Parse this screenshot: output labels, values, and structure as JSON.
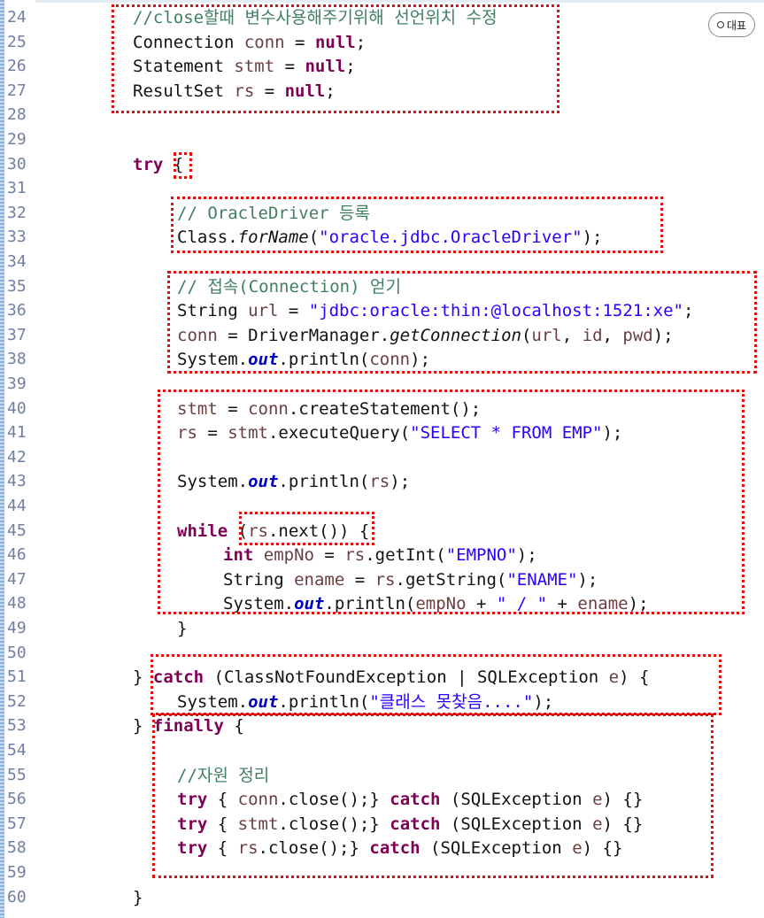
{
  "badge": {
    "label": "대표"
  },
  "lines": [
    {
      "no": "24",
      "indent": 150,
      "segs": [
        {
          "c": "cm",
          "t": "//close할때 변수사용해주기위해 선언위치 수정"
        }
      ]
    },
    {
      "no": "25",
      "indent": 150,
      "segs": [
        {
          "c": "",
          "t": "Connection "
        },
        {
          "c": "vr",
          "t": "conn"
        },
        {
          "c": "",
          "t": " = "
        },
        {
          "c": "kw",
          "t": "null"
        },
        {
          "c": "",
          "t": ";"
        }
      ]
    },
    {
      "no": "26",
      "indent": 150,
      "segs": [
        {
          "c": "",
          "t": "Statement "
        },
        {
          "c": "vr",
          "t": "stmt"
        },
        {
          "c": "",
          "t": " = "
        },
        {
          "c": "kw",
          "t": "null"
        },
        {
          "c": "",
          "t": ";"
        }
      ]
    },
    {
      "no": "27",
      "indent": 150,
      "segs": [
        {
          "c": "",
          "t": "ResultSet "
        },
        {
          "c": "vr",
          "t": "rs"
        },
        {
          "c": "",
          "t": " = "
        },
        {
          "c": "kw",
          "t": "null"
        },
        {
          "c": "",
          "t": ";"
        }
      ]
    },
    {
      "no": "28",
      "indent": 150,
      "segs": []
    },
    {
      "no": "29",
      "indent": 150,
      "segs": []
    },
    {
      "no": "30",
      "indent": 150,
      "segs": [
        {
          "c": "kw",
          "t": "try"
        },
        {
          "c": "",
          "t": " {"
        }
      ]
    },
    {
      "no": "31",
      "indent": 150,
      "segs": []
    },
    {
      "no": "32",
      "indent": 200,
      "segs": [
        {
          "c": "cm",
          "t": "// OracleDriver 등록"
        }
      ]
    },
    {
      "no": "33",
      "indent": 200,
      "segs": [
        {
          "c": "",
          "t": "Class."
        },
        {
          "c": "it",
          "t": "forName"
        },
        {
          "c": "",
          "t": "("
        },
        {
          "c": "st",
          "t": "\"oracle.jdbc.OracleDriver\""
        },
        {
          "c": "",
          "t": ");"
        }
      ]
    },
    {
      "no": "34",
      "indent": 200,
      "segs": []
    },
    {
      "no": "35",
      "indent": 200,
      "segs": [
        {
          "c": "cm",
          "t": "// 접속(Connection) 얻기"
        }
      ]
    },
    {
      "no": "36",
      "indent": 200,
      "segs": [
        {
          "c": "",
          "t": "String "
        },
        {
          "c": "vr",
          "t": "url"
        },
        {
          "c": "",
          "t": " = "
        },
        {
          "c": "st",
          "t": "\"jdbc:oracle:thin:@localhost:1521:xe\""
        },
        {
          "c": "",
          "t": ";"
        }
      ]
    },
    {
      "no": "37",
      "indent": 200,
      "segs": [
        {
          "c": "vr",
          "t": "conn"
        },
        {
          "c": "",
          "t": " = DriverManager."
        },
        {
          "c": "it",
          "t": "getConnection"
        },
        {
          "c": "",
          "t": "("
        },
        {
          "c": "vr",
          "t": "url"
        },
        {
          "c": "",
          "t": ", "
        },
        {
          "c": "vr",
          "t": "id"
        },
        {
          "c": "",
          "t": ", "
        },
        {
          "c": "vr",
          "t": "pwd"
        },
        {
          "c": "",
          "t": ");"
        }
      ]
    },
    {
      "no": "38",
      "indent": 200,
      "segs": [
        {
          "c": "",
          "t": "System."
        },
        {
          "c": "fld",
          "t": "out"
        },
        {
          "c": "",
          "t": ".println("
        },
        {
          "c": "vr",
          "t": "conn"
        },
        {
          "c": "",
          "t": ");"
        }
      ]
    },
    {
      "no": "39",
      "indent": 200,
      "segs": []
    },
    {
      "no": "40",
      "indent": 200,
      "segs": [
        {
          "c": "vr",
          "t": "stmt"
        },
        {
          "c": "",
          "t": " = "
        },
        {
          "c": "vr",
          "t": "conn"
        },
        {
          "c": "",
          "t": ".createStatement();"
        }
      ]
    },
    {
      "no": "41",
      "indent": 200,
      "segs": [
        {
          "c": "vr",
          "t": "rs"
        },
        {
          "c": "",
          "t": " = "
        },
        {
          "c": "vr",
          "t": "stmt"
        },
        {
          "c": "",
          "t": ".executeQuery("
        },
        {
          "c": "st",
          "t": "\"SELECT * FROM EMP\""
        },
        {
          "c": "",
          "t": ");"
        }
      ]
    },
    {
      "no": "42",
      "indent": 200,
      "segs": []
    },
    {
      "no": "43",
      "indent": 200,
      "segs": [
        {
          "c": "",
          "t": "System."
        },
        {
          "c": "fld",
          "t": "out"
        },
        {
          "c": "",
          "t": ".println("
        },
        {
          "c": "vr",
          "t": "rs"
        },
        {
          "c": "",
          "t": ");"
        }
      ]
    },
    {
      "no": "44",
      "indent": 200,
      "segs": []
    },
    {
      "no": "45",
      "indent": 200,
      "segs": [
        {
          "c": "kw",
          "t": "while"
        },
        {
          "c": "",
          "t": " ("
        },
        {
          "c": "vr",
          "t": "rs"
        },
        {
          "c": "",
          "t": ".next()) {"
        }
      ]
    },
    {
      "no": "46",
      "indent": 252,
      "segs": [
        {
          "c": "kw",
          "t": "int"
        },
        {
          "c": "",
          "t": " "
        },
        {
          "c": "vr",
          "t": "empNo"
        },
        {
          "c": "",
          "t": " = "
        },
        {
          "c": "vr",
          "t": "rs"
        },
        {
          "c": "",
          "t": ".getInt("
        },
        {
          "c": "st",
          "t": "\"EMPNO\""
        },
        {
          "c": "",
          "t": ");"
        }
      ]
    },
    {
      "no": "47",
      "indent": 252,
      "segs": [
        {
          "c": "",
          "t": "String "
        },
        {
          "c": "vr",
          "t": "ename"
        },
        {
          "c": "",
          "t": " = "
        },
        {
          "c": "vr",
          "t": "rs"
        },
        {
          "c": "",
          "t": ".getString("
        },
        {
          "c": "st",
          "t": "\"ENAME\""
        },
        {
          "c": "",
          "t": ");"
        }
      ]
    },
    {
      "no": "48",
      "indent": 252,
      "segs": [
        {
          "c": "",
          "t": "System."
        },
        {
          "c": "fld",
          "t": "out"
        },
        {
          "c": "",
          "t": ".println("
        },
        {
          "c": "vr",
          "t": "empNo"
        },
        {
          "c": "",
          "t": " + "
        },
        {
          "c": "st",
          "t": "\" / \""
        },
        {
          "c": "",
          "t": " + "
        },
        {
          "c": "vr",
          "t": "ename"
        },
        {
          "c": "",
          "t": ");"
        }
      ]
    },
    {
      "no": "49",
      "indent": 200,
      "segs": [
        {
          "c": "",
          "t": "}"
        }
      ]
    },
    {
      "no": "50",
      "indent": 200,
      "segs": []
    },
    {
      "no": "51",
      "indent": 150,
      "segs": [
        {
          "c": "",
          "t": "} "
        },
        {
          "c": "kw",
          "t": "catch"
        },
        {
          "c": "",
          "t": " (ClassNotFoundException | SQLException "
        },
        {
          "c": "vr",
          "t": "e"
        },
        {
          "c": "",
          "t": ") {"
        }
      ]
    },
    {
      "no": "52",
      "indent": 200,
      "segs": [
        {
          "c": "",
          "t": "System."
        },
        {
          "c": "fld",
          "t": "out"
        },
        {
          "c": "",
          "t": ".println("
        },
        {
          "c": "st",
          "t": "\"클래스 못찾음....\""
        },
        {
          "c": "",
          "t": ");"
        }
      ]
    },
    {
      "no": "53",
      "indent": 150,
      "segs": [
        {
          "c": "",
          "t": "} "
        },
        {
          "c": "kw",
          "t": "finally"
        },
        {
          "c": "",
          "t": " {"
        }
      ]
    },
    {
      "no": "54",
      "indent": 200,
      "segs": []
    },
    {
      "no": "55",
      "indent": 200,
      "segs": [
        {
          "c": "cm",
          "t": "//자원 정리"
        }
      ]
    },
    {
      "no": "56",
      "indent": 200,
      "segs": [
        {
          "c": "kw",
          "t": "try"
        },
        {
          "c": "",
          "t": " { "
        },
        {
          "c": "vr",
          "t": "conn"
        },
        {
          "c": "",
          "t": ".close();} "
        },
        {
          "c": "kw",
          "t": "catch"
        },
        {
          "c": "",
          "t": " (SQLException "
        },
        {
          "c": "vr",
          "t": "e"
        },
        {
          "c": "",
          "t": ") {}"
        }
      ]
    },
    {
      "no": "57",
      "indent": 200,
      "segs": [
        {
          "c": "kw",
          "t": "try"
        },
        {
          "c": "",
          "t": " { "
        },
        {
          "c": "vr",
          "t": "stmt"
        },
        {
          "c": "",
          "t": ".close();} "
        },
        {
          "c": "kw",
          "t": "catch"
        },
        {
          "c": "",
          "t": " (SQLException "
        },
        {
          "c": "vr",
          "t": "e"
        },
        {
          "c": "",
          "t": ") {}"
        }
      ]
    },
    {
      "no": "58",
      "indent": 200,
      "segs": [
        {
          "c": "kw",
          "t": "try"
        },
        {
          "c": "",
          "t": " { "
        },
        {
          "c": "vr",
          "t": "rs"
        },
        {
          "c": "",
          "t": ".close();} "
        },
        {
          "c": "kw",
          "t": "catch"
        },
        {
          "c": "",
          "t": " (SQLException "
        },
        {
          "c": "vr",
          "t": "e"
        },
        {
          "c": "",
          "t": ") {}"
        }
      ]
    },
    {
      "no": "59",
      "indent": 200,
      "segs": []
    },
    {
      "no": "60",
      "indent": 150,
      "segs": [
        {
          "c": "",
          "t": "}"
        }
      ]
    }
  ]
}
